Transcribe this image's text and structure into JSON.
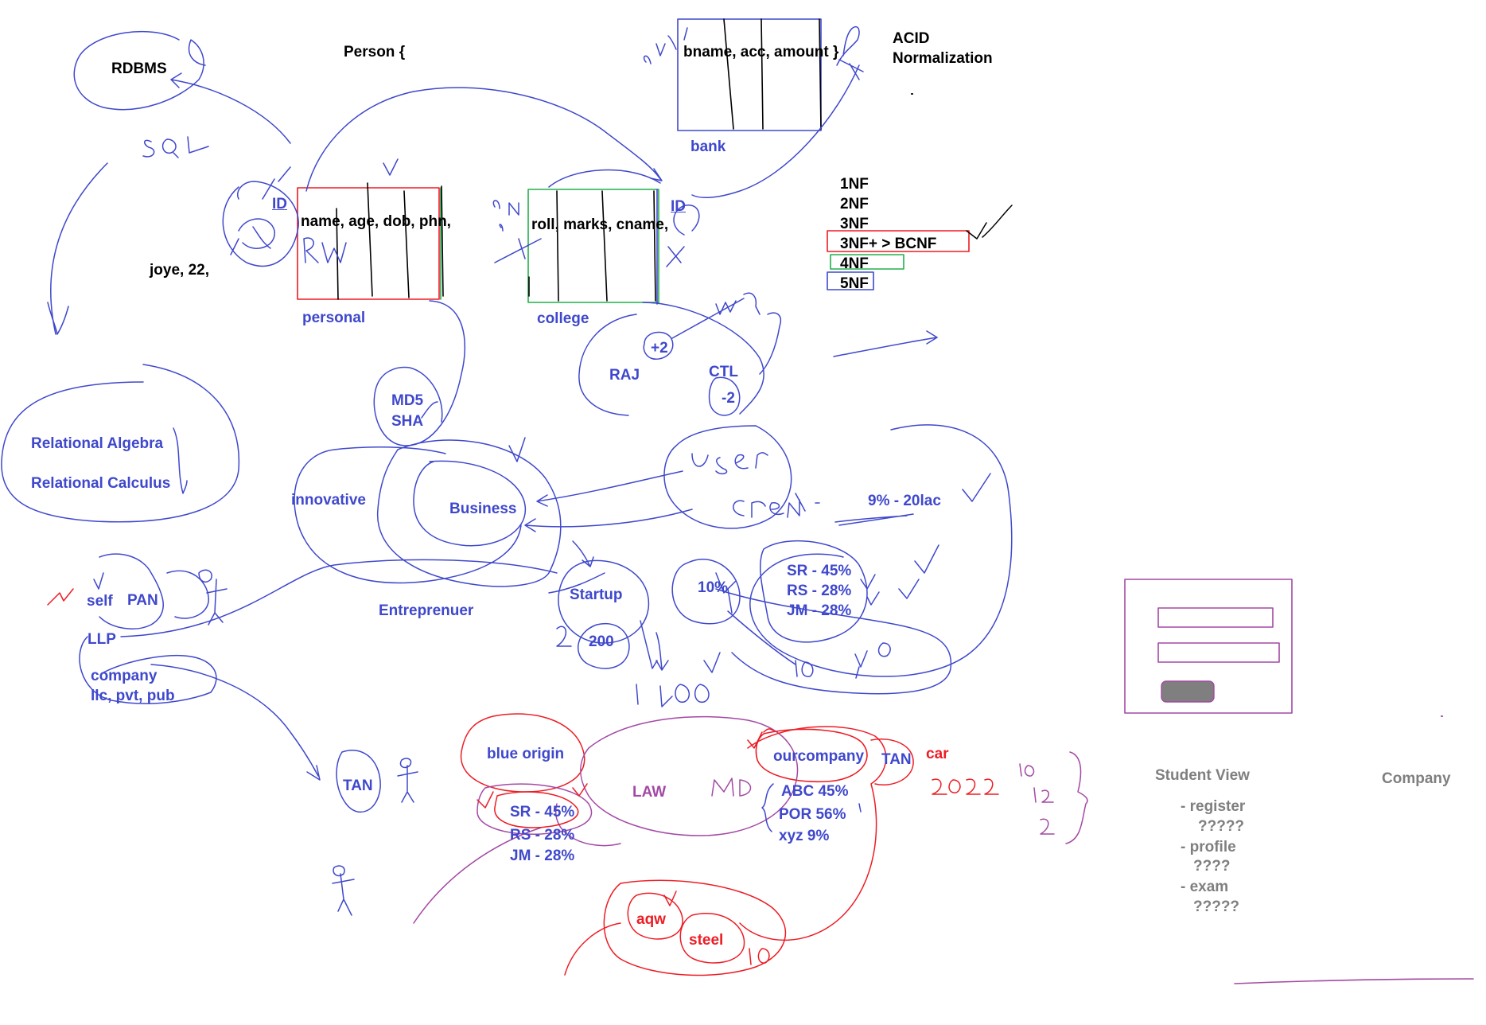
{
  "colors": {
    "ink_black": "#000000",
    "ink_blue": "#3f48cc",
    "ink_red": "#ed1c24",
    "ink_purple": "#a349a4",
    "ink_green": "#22b14c",
    "ink_gray": "#7f7f7f",
    "button_gray": "#7f7f7f"
  },
  "labels": {
    "rdbms": "RDBMS",
    "person": "Person {",
    "bank_fields": "bname, acc, amount }",
    "bank": "bank",
    "acid": "ACID",
    "normalization": "Normalization",
    "nf1": "1NF",
    "nf2": "2NF",
    "nf3": "3NF",
    "nf3b": "3NF+ > BCNF",
    "nf4": "4NF",
    "nf5": "5NF",
    "id_personal": "ID",
    "personal_fields": "name, age, dob, phn,",
    "personal": "personal",
    "joye": "joye, 22,",
    "roll_fields": "roll, marks, cname,",
    "id_college": "ID",
    "college": "college",
    "plus2": "+2",
    "raj": "RAJ",
    "ctl": "CTL",
    "minus2": "-2",
    "md5": "MD5",
    "sha": "SHA",
    "rel_algebra": "Relational Algebra",
    "rel_calculus": "Relational Calculus",
    "innovative": "innovative",
    "business": "Business",
    "pct_9": "9%  - 20lac",
    "self": "self",
    "pan": "PAN",
    "llp": "LLP",
    "company": "company",
    "llc": "llc, pvt, pub",
    "entrepreneur": "Entreprenuer",
    "startup": "Startup",
    "n200": "200",
    "pct10": "10%",
    "sr1": "SR - 45%",
    "rs1": "RS - 28%",
    "jm1": "JM - 28%",
    "tan1": "TAN",
    "blue_origin": "blue origin",
    "sr2": "SR - 45%",
    "rs2": "RS - 28%",
    "jm2": "JM - 28%",
    "law": "LAW",
    "ourcompany": "ourcompany",
    "tan2": "TAN",
    "car": "car",
    "abc": "ABC 45%",
    "por": "POR  56%",
    "xyz": "xyz 9%",
    "aqw": "aqw",
    "steel": "steel",
    "student_view": "Student View",
    "company_right": "Company",
    "register": "- register",
    "q1": "?????",
    "profile": "- profile",
    "q2": "????",
    "exam": "- exam",
    "q3": "?????"
  }
}
